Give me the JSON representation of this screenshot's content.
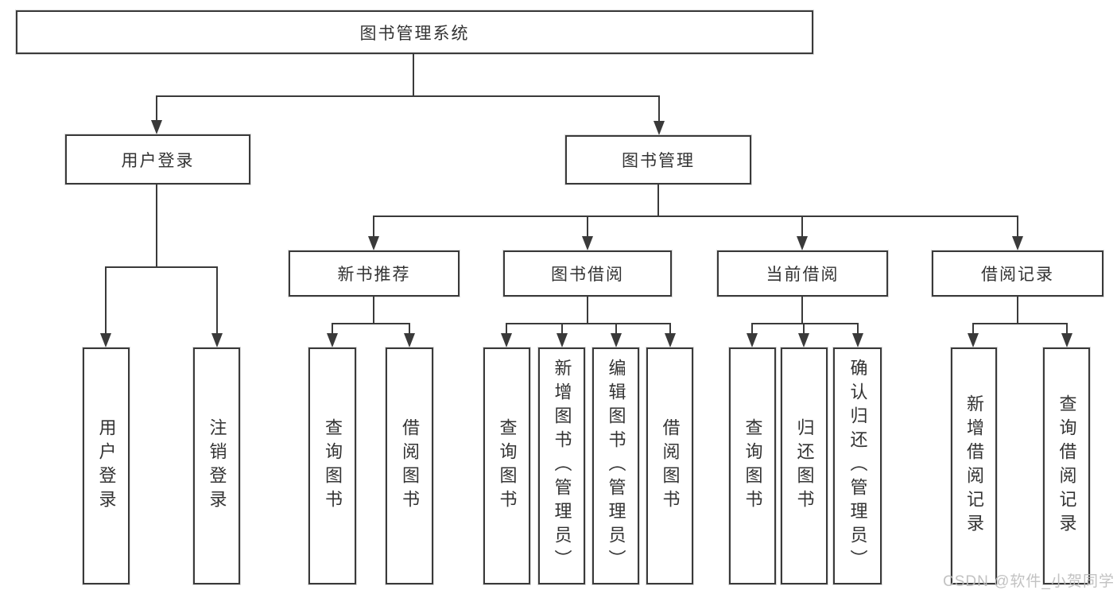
{
  "colors": {
    "line": "#3a3a3a",
    "box_border": "#3a3a3a",
    "text": "#333333",
    "watermark": "#bdbdbd",
    "background": "#ffffff"
  },
  "tree": {
    "label": "图书管理系统",
    "children": [
      {
        "label": "用户登录",
        "children": [
          {
            "label": "用户登录"
          },
          {
            "label": "注销登录"
          }
        ]
      },
      {
        "label": "图书管理",
        "children": [
          {
            "label": "新书推荐",
            "children": [
              {
                "label": "查询图书"
              },
              {
                "label": "借阅图书"
              }
            ]
          },
          {
            "label": "图书借阅",
            "children": [
              {
                "label": "查询图书"
              },
              {
                "label": "新增图书（管理员）"
              },
              {
                "label": "编辑图书（管理员）"
              },
              {
                "label": "借阅图书"
              }
            ]
          },
          {
            "label": "当前借阅",
            "children": [
              {
                "label": "查询图书"
              },
              {
                "label": "归还图书"
              },
              {
                "label": "确认归还（管理员）"
              }
            ]
          },
          {
            "label": "借阅记录",
            "children": [
              {
                "label": "新增借阅记录"
              },
              {
                "label": "查询借阅记录"
              }
            ]
          }
        ]
      }
    ]
  },
  "watermark": {
    "text": "CSDN @软件_小贺同学"
  }
}
